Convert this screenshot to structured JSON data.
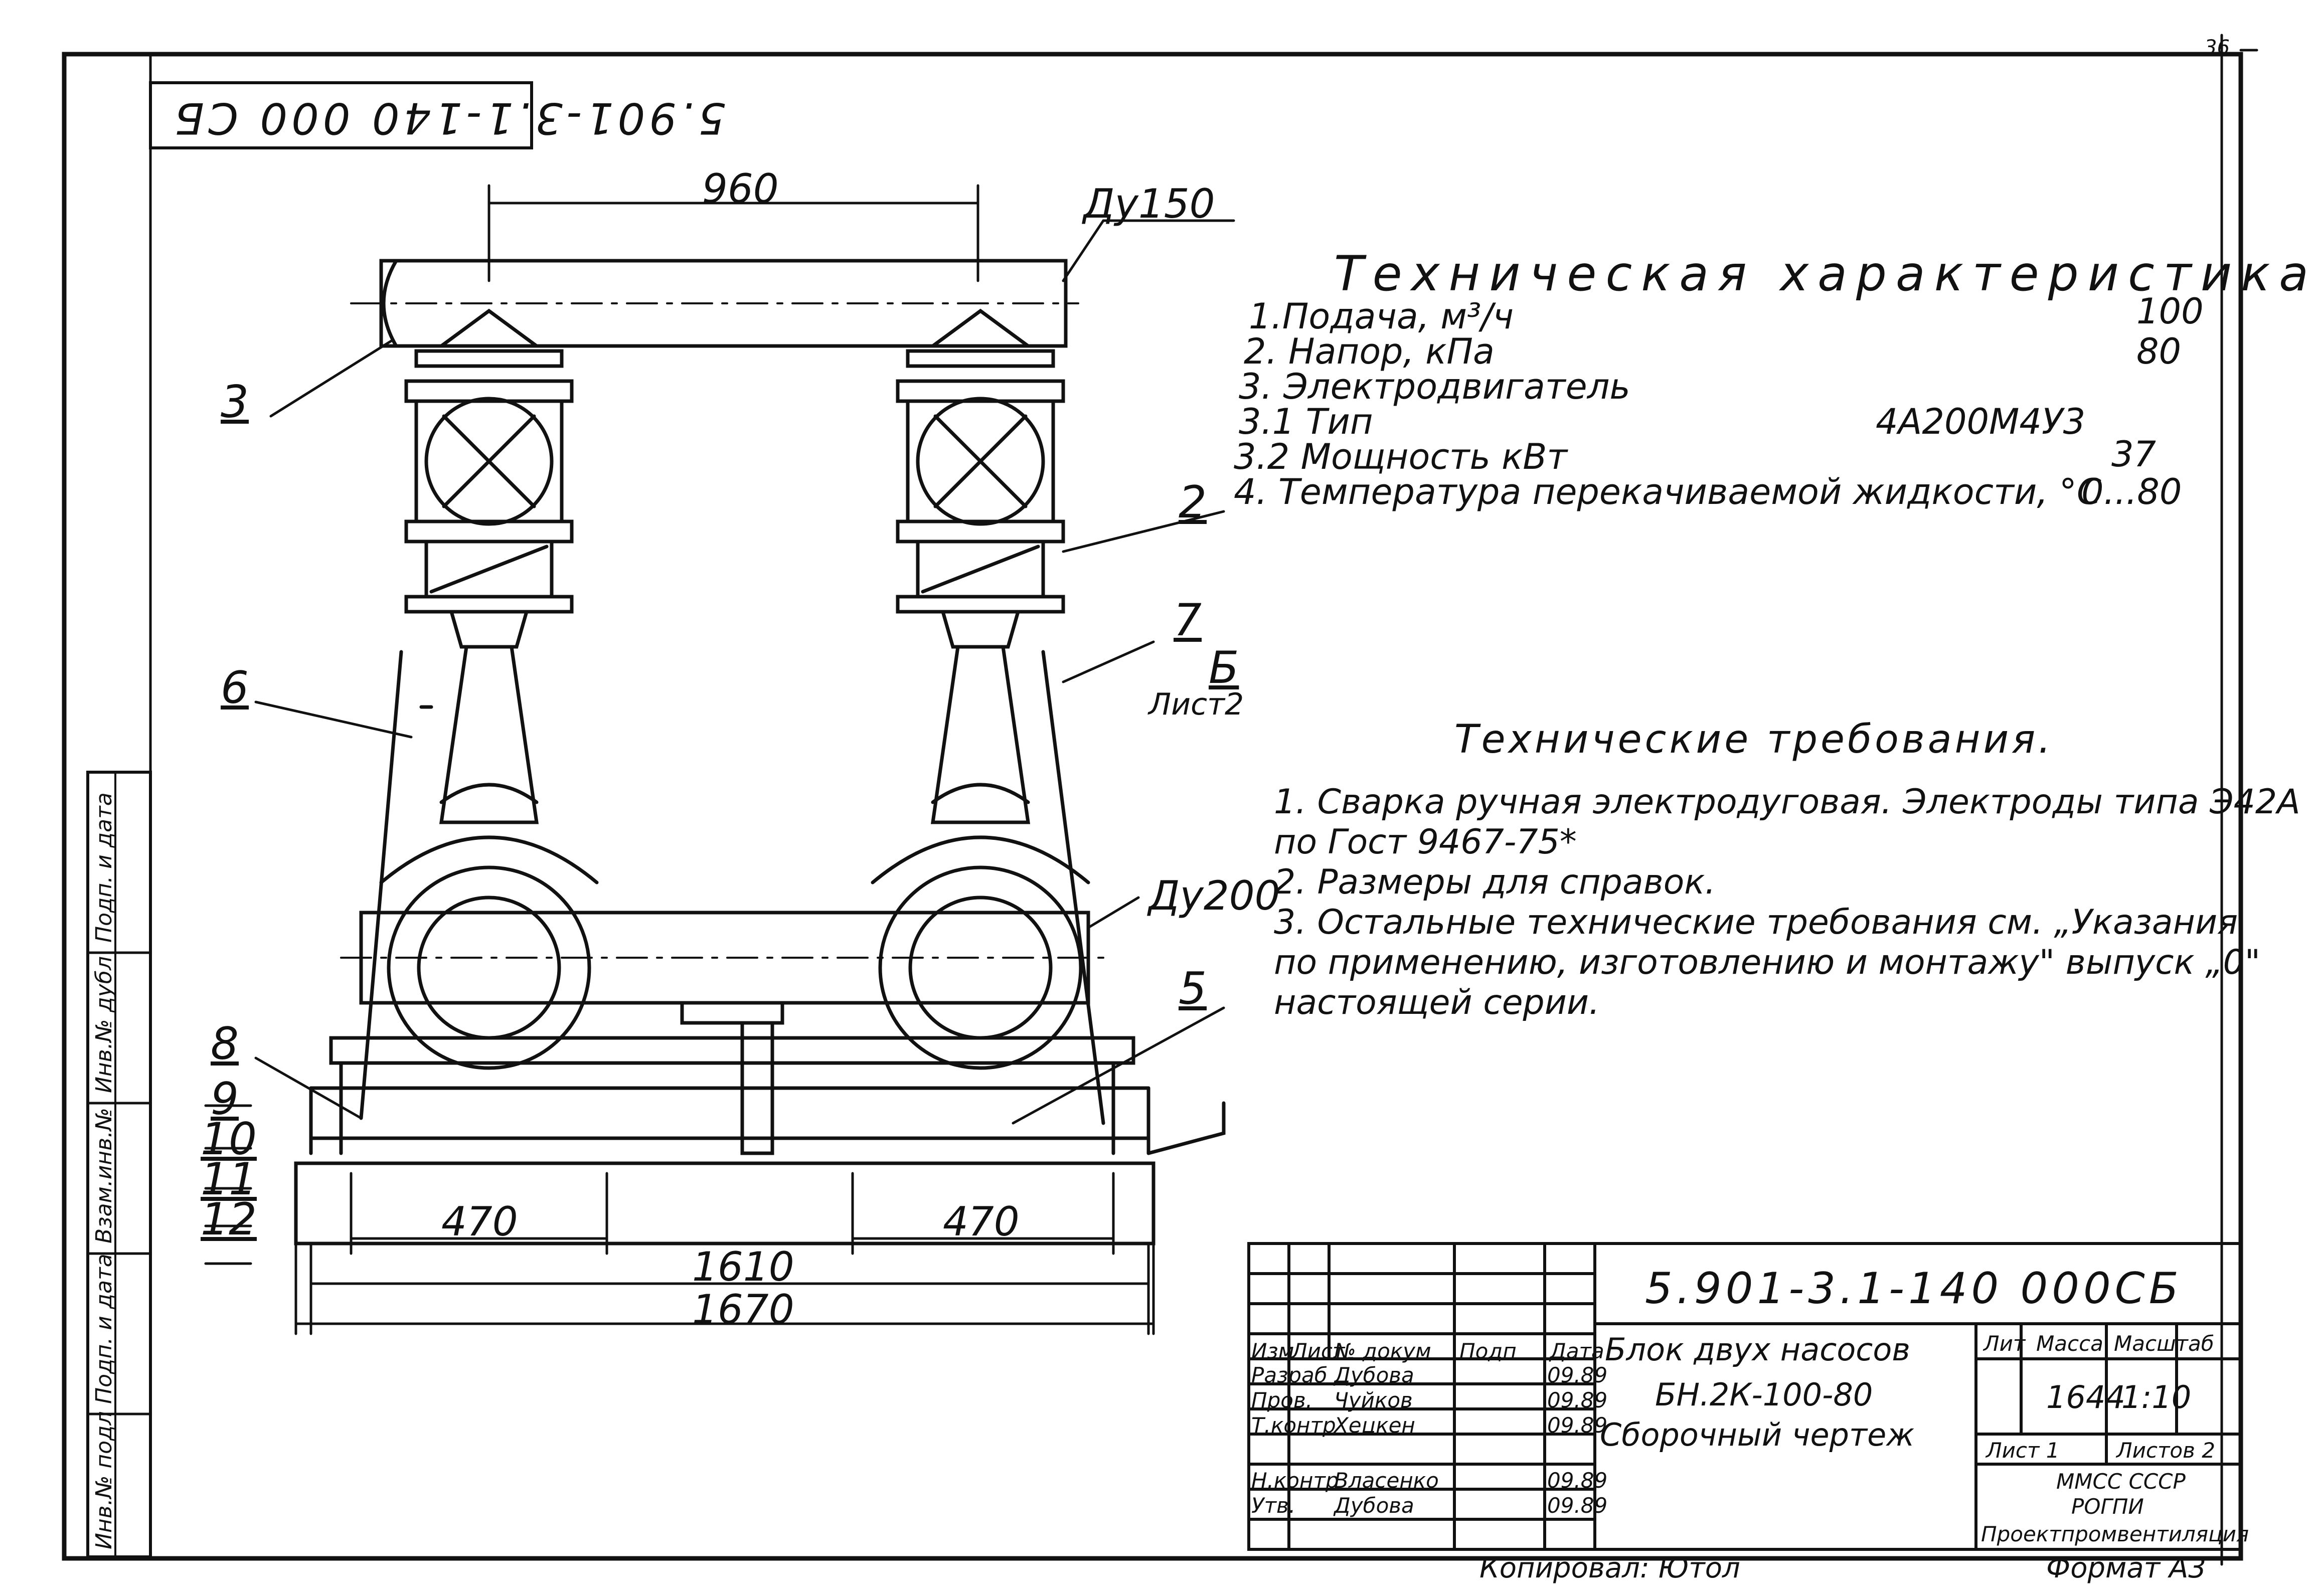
{
  "sheet": {
    "page_number": "36",
    "stamp_code": "5.901-3.1-140 000 СБ",
    "format_note": "Формат А3",
    "copied_note": "Копировал: Ютол"
  },
  "dimensions": {
    "top_span": "960",
    "dn150": "Ду150",
    "dn200": "Ду200",
    "left_base": "470",
    "right_base": "470",
    "inner_width": "1610",
    "outer_width": "1670"
  },
  "callouts": [
    "3",
    "2",
    "6",
    "7",
    "Б",
    "Лист2",
    "5",
    "8",
    "9",
    "10",
    "11",
    "12"
  ],
  "technical_spec": {
    "title": "Техническая характеристика",
    "rows": [
      {
        "label": "1.Подача, м³/ч",
        "value": "100"
      },
      {
        "label": "2. Напор, кПа",
        "value": "80"
      },
      {
        "label": "3. Электродвигатель",
        "value": ""
      },
      {
        "label": "3.1 Тип",
        "value": "4А200М4У3"
      },
      {
        "label": "3.2 Мощность кВт",
        "value": "37"
      },
      {
        "label": "4. Температура перекачиваемой жидкости, °С",
        "value": "0...80"
      }
    ]
  },
  "technical_requirements": {
    "title": "Технические требования.",
    "items": [
      "1. Сварка ручная электродуговая. Электроды типа Э42А",
      "   по Гост 9467-75*",
      "2. Размеры для справок.",
      "3. Остальные технические требования см. „Указания",
      "   по применению, изготовлению и монтажу\" выпуск „0\"",
      "   настоящей серии."
    ]
  },
  "title_block": {
    "designation": "5.901-3.1-140 000СБ",
    "name_line1": "Блок двух насосов",
    "name_line2": "БН.2К-100-80",
    "name_line3": "Сборочный чертеж",
    "head_lit": "Лит",
    "head_mass": "Масса",
    "head_scale": "Масштаб",
    "mass": "1644",
    "scale": "1:10",
    "sheet": "Лист 1",
    "sheets": "Листов 2",
    "org_line1": "ММСС СССР",
    "org_line2": "РОГПИ",
    "org_line3": "Проектпромвентиляция",
    "header_cols": [
      "Изм",
      "Лист",
      "№ докум",
      "Подп",
      "Дата"
    ],
    "signatures": [
      {
        "role": "Разраб",
        "name": "Дубова",
        "date": "09.89"
      },
      {
        "role": "Пров.",
        "name": "Чуйков",
        "date": "09.89"
      },
      {
        "role": "Т.контр",
        "name": "Хецкен",
        "date": "09.89"
      },
      {
        "role": "Н.контр",
        "name": "Власенко",
        "date": "09.89"
      },
      {
        "role": "Утв.",
        "name": "Дубова",
        "date": "09.89"
      }
    ]
  },
  "margin_box": [
    "Инв.№ подл",
    "Подп. и дата",
    "Взам.инв.№",
    "Инв.№ дубл",
    "Подп. и дата"
  ]
}
